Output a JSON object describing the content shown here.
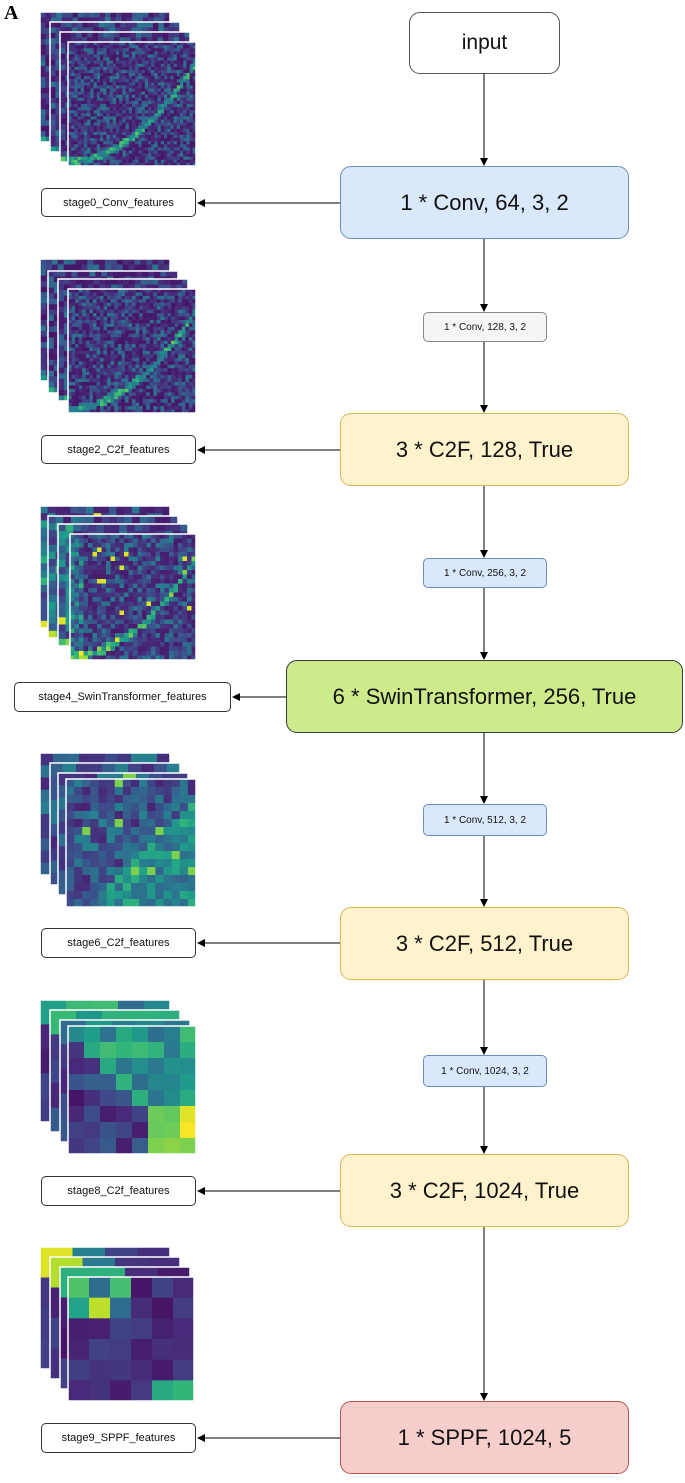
{
  "panel_label": "A",
  "colors": {
    "input": "#ffffff",
    "conv": "#dae8fc",
    "conv_small_gray": "#f5f5f5",
    "c2f": "#fff2cc",
    "swin": "#cdeb8b",
    "sppf": "#f8cecc",
    "viridis_dark": "#440154",
    "viridis_yellow": "#fde725"
  },
  "nodes": {
    "input": "input",
    "stage0": "1 * Conv, 64, 3, 2",
    "conv1": "1 * Conv, 128, 3, 2",
    "stage2": "3 * C2F, 128, True",
    "conv3": "1 * Conv, 256, 3, 2",
    "stage4": "6 * SwinTransformer, 256, True",
    "conv5": "1 * Conv, 512, 3, 2",
    "stage6": "3 * C2F, 512, True",
    "conv7": "1 * Conv, 1024, 3, 2",
    "stage8": "3 * C2F, 1024, True",
    "stage9": "1 * SPPF, 1024, 5"
  },
  "outputs": {
    "stage0": "stage0_Conv_features",
    "stage2": "stage2_C2f_features",
    "stage4": "stage4_SwinTransformer_features",
    "stage6": "stage6_C2f_features",
    "stage8": "stage8_C2f_features",
    "stage9": "stage9_SPPF_features"
  },
  "feature_maps": [
    {
      "stage": "stage0",
      "grid": 40,
      "style": "noise-fine"
    },
    {
      "stage": "stage2",
      "grid": 36,
      "style": "noise-fine"
    },
    {
      "stage": "stage4",
      "grid": 28,
      "style": "noise-mid"
    },
    {
      "stage": "stage6",
      "grid": 16,
      "style": "coarse"
    },
    {
      "stage": "stage8",
      "grid": 8,
      "style": "coarse-bright"
    },
    {
      "stage": "stage9",
      "grid": 6,
      "style": "blocky"
    }
  ]
}
